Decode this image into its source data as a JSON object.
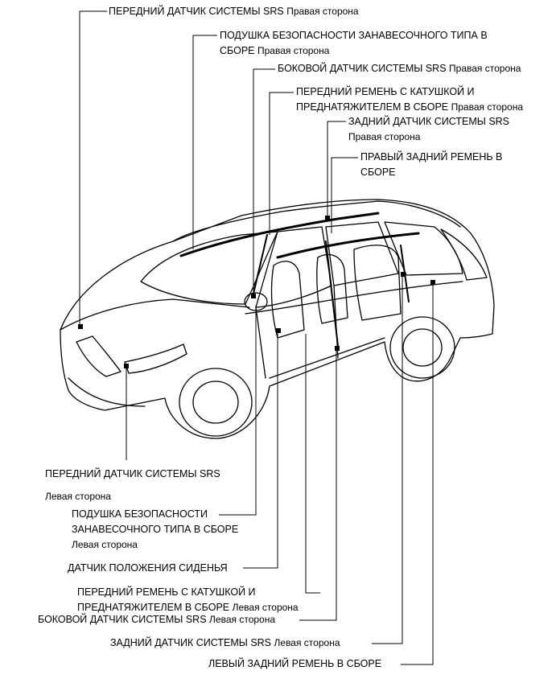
{
  "labels": {
    "front_sensor_right": {
      "main": "ПЕРЕДНИЙ ДАТЧИК СИСТЕМЫ SRS",
      "side": "Правая сторона"
    },
    "curtain_airbag_right": {
      "line1": "ПОДУШКА БЕЗОПАСНОСТИ ЗАНАВЕСОЧНОГО ТИПА В",
      "line2": "СБОРЕ",
      "side": "Правая сторона"
    },
    "side_sensor_right": {
      "main": "БОКОВОЙ ДАТЧИК СИСТЕМЫ SRS",
      "side": "Правая сторона"
    },
    "front_belt_right": {
      "line1": "ПЕРЕДНИЙ РЕМЕНЬ С КАТУШКОЙ И",
      "line2": "ПРЕДНАТЯЖИТЕЛЕМ В СБОРЕ",
      "side": "Правая сторона"
    },
    "rear_sensor_right": {
      "main": "ЗАДНИЙ ДАТЧИК СИСТЕМЫ SRS",
      "side": "Правая сторона"
    },
    "rear_belt_right": {
      "line1": "ПРАВЫЙ ЗАДНИЙ РЕМЕНЬ В",
      "line2": "СБОРЕ"
    },
    "front_sensor_left": {
      "main": "ПЕРЕДНИЙ ДАТЧИК СИСТЕМЫ SRS",
      "side": "Левая сторона"
    },
    "curtain_airbag_left": {
      "line1": "ПОДУШКА БЕЗОПАСНОСТИ",
      "line2": "ЗАНАВЕСОЧНОГО ТИПА В СБОРЕ",
      "side": "Левая сторона"
    },
    "seat_position_sensor": {
      "main": "ДАТЧИК ПОЛОЖЕНИЯ СИДЕНЬЯ"
    },
    "front_belt_left": {
      "line1": "ПЕРЕДНИЙ РЕМЕНЬ С КАТУШКОЙ И",
      "line2": "ПРЕДНАТЯЖИТЕЛЕМ В СБОРЕ",
      "side": "Левая сторона"
    },
    "side_sensor_left": {
      "main": "БОКОВОЙ ДАТЧИК СИСТЕМЫ SRS",
      "side": "Левая сторона"
    },
    "rear_sensor_left": {
      "main": "ЗАДНИЙ ДАТЧИК СИСТЕМЫ SRS",
      "side": "Левая сторона"
    },
    "rear_belt_left": {
      "main": "ЛЕВЫЙ ЗАДНИЙ РЕМЕНЬ В СБОРЕ"
    }
  }
}
